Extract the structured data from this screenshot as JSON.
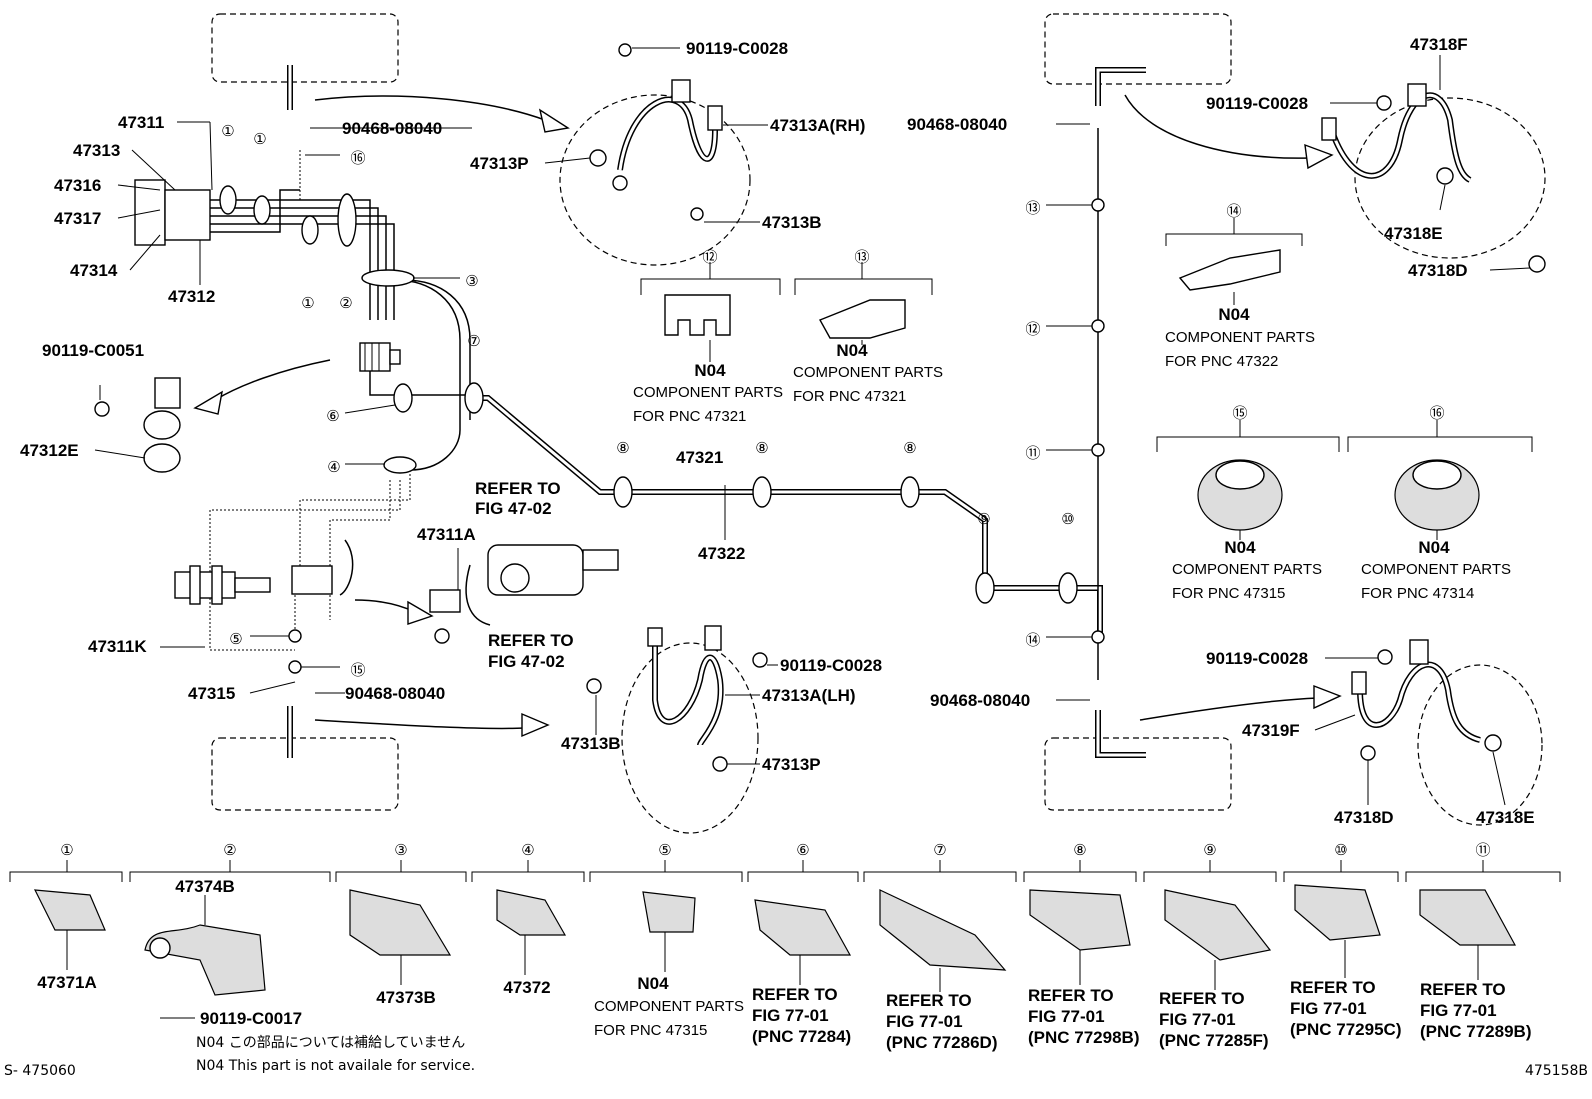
{
  "labels": {
    "p47311": "47311",
    "p47313": "47313",
    "p47316": "47316",
    "p47317": "47317",
    "p47314": "47314",
    "p47312": "47312",
    "p90468_top_left": "90468-08040",
    "p90119_c0051": "90119-C0051",
    "p47312E": "47312E",
    "p90119_c0028_top": "90119-C0028",
    "p47313A_RH": "47313A(RH)",
    "p47313P_top": "47313P",
    "p47313B_top": "47313B",
    "p47321": "47321",
    "p47322": "47322",
    "refer_to_1": "REFER TO",
    "fig_47_02_1": "FIG 47-02",
    "p47311A": "47311A",
    "refer_to_2": "REFER TO",
    "fig_47_02_2": "FIG 47-02",
    "p47311K": "47311K",
    "p47315": "47315",
    "p90468_bottom_left": "90468-08040",
    "p90119_c0028_mid": "90119-C0028",
    "p47313A_LH": "47313A(LH)",
    "p47313B_bottom": "47313B",
    "p47313P_bottom": "47313P",
    "p90468_top_right": "90468-08040",
    "p90468_bottom_right": "90468-08040",
    "p47318F": "47318F",
    "p90119_c0028_tr": "90119-C0028",
    "p47318E_top": "47318E",
    "p47318D_top": "47318D",
    "p90119_c0028_br": "90119-C0028",
    "p47319F": "47319F",
    "p47318D_bottom": "47318D",
    "p47318E_bottom": "47318E"
  },
  "callouts": {
    "n12": {
      "num": "⑫",
      "code": "N04",
      "line1": "COMPONENT PARTS",
      "line2": "FOR PNC 47321"
    },
    "n13": {
      "num": "⑬",
      "code": "N04",
      "line1": "COMPONENT PARTS",
      "line2": "FOR PNC 47321"
    },
    "n14": {
      "num": "⑭",
      "code": "N04",
      "line1": "COMPONENT PARTS",
      "line2": "FOR PNC 47322"
    },
    "n15": {
      "num": "⑮",
      "code": "N04",
      "line1": "COMPONENT PARTS",
      "line2": "FOR PNC 47315"
    },
    "n16": {
      "num": "⑯",
      "code": "N04",
      "line1": "COMPONENT PARTS",
      "line2": "FOR PNC 47314"
    }
  },
  "line_markers": [
    "①",
    "①",
    "①",
    "②",
    "③",
    "④",
    "⑤",
    "⑥",
    "⑦",
    "⑧",
    "⑧",
    "⑧",
    "⑨",
    "⑩",
    "⑪",
    "⑫",
    "⑬",
    "⑭",
    "⑮",
    "⑯"
  ],
  "bottom_row": [
    {
      "num": "①",
      "part": "47371A"
    },
    {
      "num": "②",
      "part": "47374B",
      "bolt": "90119-C0017"
    },
    {
      "num": "③",
      "part": "47373B"
    },
    {
      "num": "④",
      "part": "47372"
    },
    {
      "num": "⑤",
      "code": "N04",
      "line1": "COMPONENT PARTS",
      "line2": "FOR PNC 47315"
    },
    {
      "num": "⑥",
      "line1": "REFER TO",
      "line2": "FIG 77-01",
      "line3": "(PNC 77284)"
    },
    {
      "num": "⑦",
      "line1": "REFER TO",
      "line2": "FIG 77-01",
      "line3": "(PNC 77286D)"
    },
    {
      "num": "⑧",
      "line1": "REFER TO",
      "line2": "FIG 77-01",
      "line3": "(PNC 77298B)"
    },
    {
      "num": "⑨",
      "line1": "REFER TO",
      "line2": "FIG 77-01",
      "line3": "(PNC 77285F)"
    },
    {
      "num": "⑩",
      "line1": "REFER TO",
      "line2": "FIG 77-01",
      "line3": "(PNC 77295C)"
    },
    {
      "num": "⑪",
      "line1": "REFER TO",
      "line2": "FIG 77-01",
      "line3": "(PNC 77289B)"
    }
  ],
  "footer": {
    "note_jp": "N04 この部品については補給していません",
    "note_en": "N04 This part is not availale for service.",
    "left_code": "S- 475060",
    "right_code": "475158B"
  }
}
